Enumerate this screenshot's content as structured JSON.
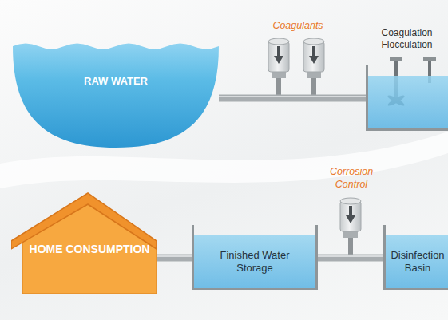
{
  "diagram": {
    "nodes": [
      {
        "text": [
          "RAW WATER"
        ]
      },
      {
        "text": [
          "Coagulation Flocculation"
        ]
      },
      {
        "text": [
          "HOME CONSUMPTION"
        ]
      },
      {
        "text": [
          "Finished Water Storage"
        ]
      },
      {
        "text": [
          "Disinfection Basin"
        ]
      }
    ],
    "edges": [
      {
        "from": 0,
        "to": 1,
        "arrow": "none"
      },
      {
        "from": 4,
        "to": 3,
        "arrow": "none"
      },
      {
        "from": 3,
        "to": 2,
        "arrow": "none"
      }
    ],
    "labels": [
      "Coagulants",
      "Corrosion Control"
    ]
  }
}
